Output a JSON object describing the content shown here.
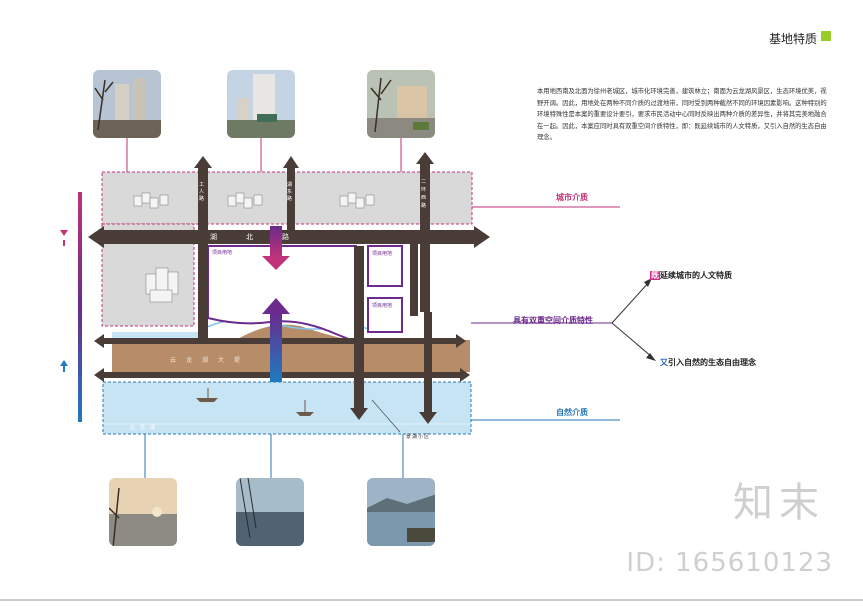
{
  "header": {
    "title": "基地特质"
  },
  "description": "本用地西南及北面为徐州老城区，城市化环境完善，建筑林立；南面为云龙湖风景区，生态环境优美，视野开阔。因此，用地处在两种不同介质的过渡地带，同时受到两种截然不同的环境因素影响。这种特别的环境特殊性是本案的重要设计要引，要求市民活动中心同时反映出两种介质的差异性，并将其完美地融合在一起。因此，本案应同时具有双重空间介质特性，即：既延续城市的人文特质，又引入自然的生态自由理念。",
  "labels": {
    "urban": "城市介质",
    "nature": "自然介质",
    "dual": "具有双重空间介质特性",
    "ji_char": "既",
    "ji_rest": "延续城市的人文特质",
    "you_char": "又",
    "you_rest": "引入自然的生态自由理念"
  },
  "diagram_text": {
    "road_lake_north": "湖　　　北　　　路",
    "road_lake_ave": "云　龙　湖　大　堤",
    "lake_name": "云　龙　湖",
    "site_main": "项目用地",
    "site_a": "项目用地",
    "site_b": "项目用地",
    "road_v1": "工人路",
    "road_v2": "湖东路",
    "road_v3": "二环西路",
    "bottom_label": "景湖小区"
  },
  "colors": {
    "urban": "#c0337a",
    "nature": "#2a77b8",
    "road": "#4a3d38",
    "embankment": "#b78c68",
    "lake": "#c6e4f3",
    "purple": "#6b2a8c",
    "accent": "#9acb2a"
  },
  "watermark": {
    "brand": "知末",
    "id": "ID: 165610123"
  }
}
